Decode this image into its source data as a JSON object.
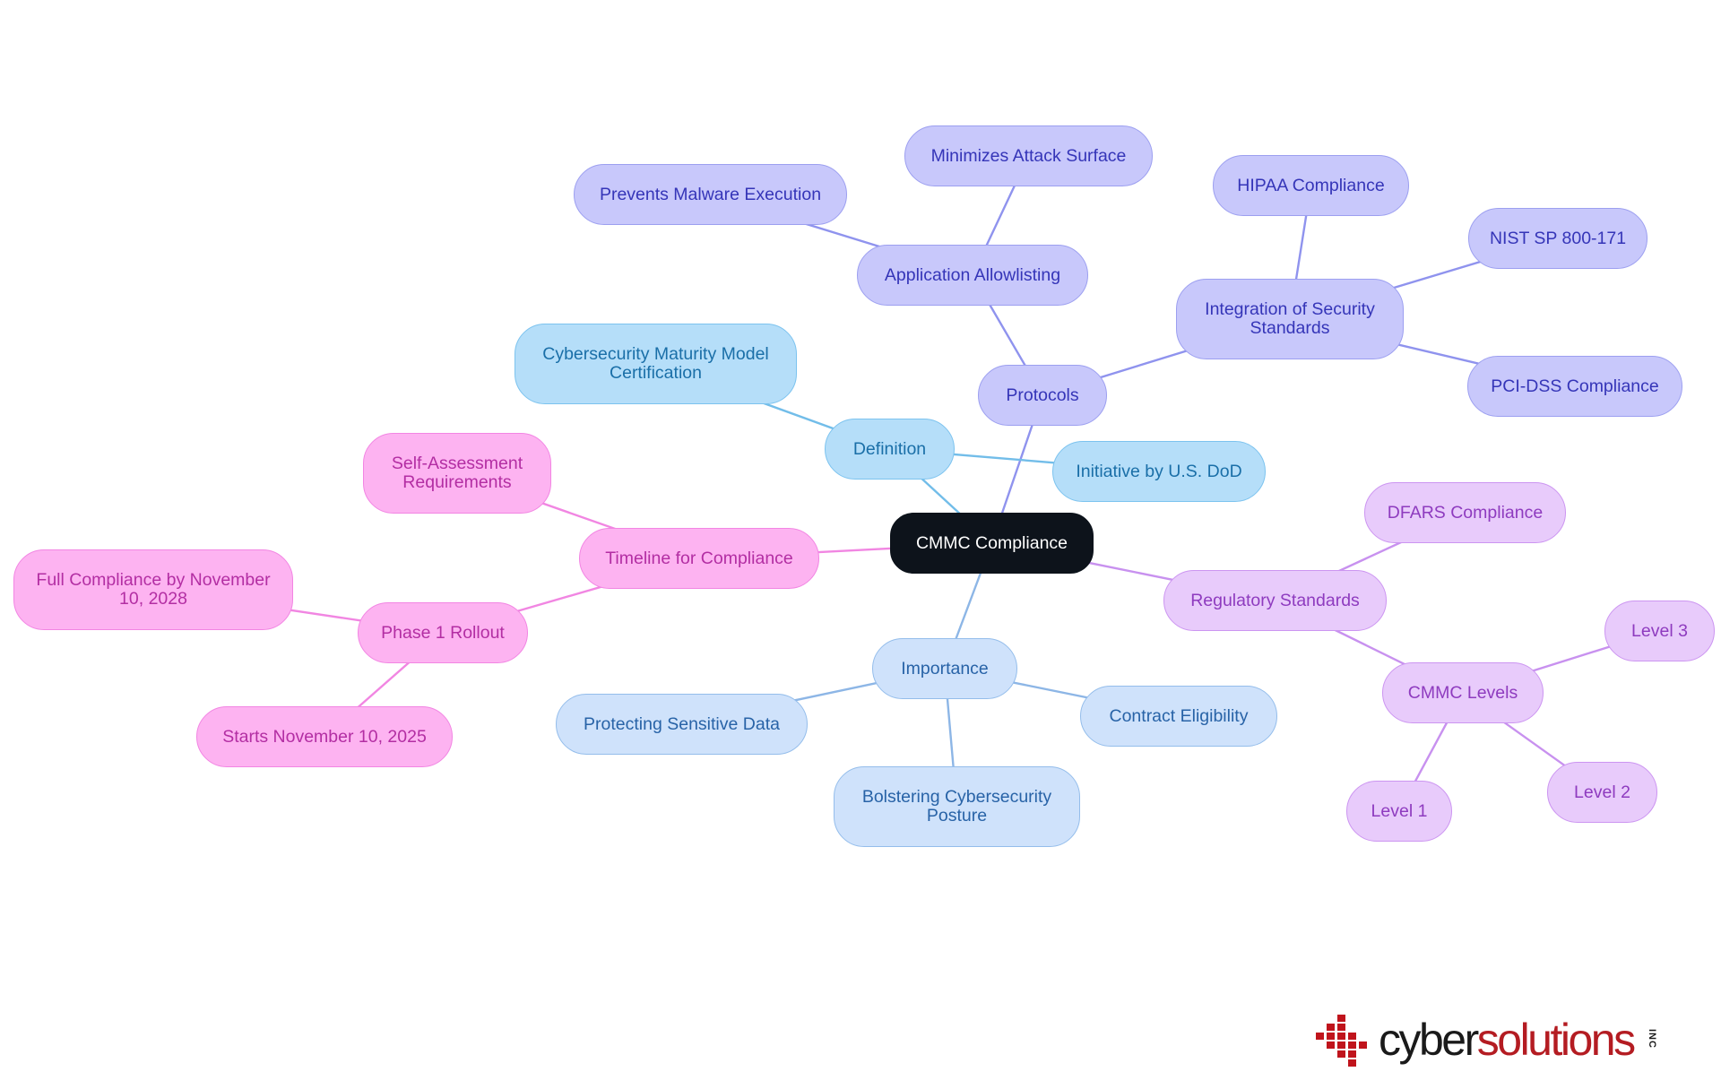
{
  "colors": {
    "root": {
      "fill": "#0d131b",
      "border": "#0d131b",
      "text": "#ffffff"
    },
    "protocols": {
      "fill": "#c8c8fb",
      "border": "#9c9ff0",
      "text": "#3535b8",
      "edge": "#8f93ee"
    },
    "definition": {
      "fill": "#b5def9",
      "border": "#7cc3ef",
      "text": "#1a6fa8",
      "edge": "#72bde9"
    },
    "importance": {
      "fill": "#cfe2fb",
      "border": "#94bdeb",
      "text": "#2863a7",
      "edge": "#8db6e6"
    },
    "timeline": {
      "fill": "#fdb3f1",
      "border": "#f285e3",
      "text": "#b32ea3",
      "edge": "#f186e2"
    },
    "regulatory": {
      "fill": "#e8cbfb",
      "border": "#cc95f1",
      "text": "#8e3bbf",
      "edge": "#c891ef"
    }
  },
  "root": {
    "label": "CMMC Compliance"
  },
  "branches": [
    {
      "id": "protocols",
      "label": "Protocols",
      "children": [
        {
          "id": "app_allow",
          "label": "Application Allowlisting",
          "children": [
            {
              "id": "malware",
              "label": "Prevents Malware Execution"
            },
            {
              "id": "attack",
              "label": "Minimizes Attack Surface"
            }
          ]
        },
        {
          "id": "integration",
          "label": "Integration of Security Standards",
          "children": [
            {
              "id": "hipaa",
              "label": "HIPAA Compliance"
            },
            {
              "id": "nist",
              "label": "NIST SP 800-171"
            },
            {
              "id": "pci",
              "label": "PCI-DSS Compliance"
            }
          ]
        }
      ]
    },
    {
      "id": "definition",
      "label": "Definition",
      "children": [
        {
          "id": "cmmc_full",
          "label": "Cybersecurity Maturity Model Certification"
        },
        {
          "id": "dod",
          "label": "Initiative by U.S. DoD"
        }
      ]
    },
    {
      "id": "importance",
      "label": "Importance",
      "children": [
        {
          "id": "sensitive",
          "label": "Protecting Sensitive Data"
        },
        {
          "id": "contract",
          "label": "Contract Eligibility"
        },
        {
          "id": "posture",
          "label": "Bolstering Cybersecurity Posture"
        }
      ]
    },
    {
      "id": "timeline",
      "label": "Timeline for Compliance",
      "children": [
        {
          "id": "self",
          "label": "Self-Assessment Requirements"
        },
        {
          "id": "phase1",
          "label": "Phase 1 Rollout",
          "children": [
            {
              "id": "full",
              "label": "Full Compliance by November 10, 2028"
            },
            {
              "id": "starts",
              "label": "Starts November 10, 2025"
            }
          ]
        }
      ]
    },
    {
      "id": "regulatory",
      "label": "Regulatory Standards",
      "children": [
        {
          "id": "dfars",
          "label": "DFARS Compliance"
        },
        {
          "id": "levels",
          "label": "CMMC Levels",
          "children": [
            {
              "id": "l3",
              "label": "Level 3"
            },
            {
              "id": "l2",
              "label": "Level 2"
            },
            {
              "id": "l1",
              "label": "Level 1"
            }
          ]
        }
      ]
    }
  ],
  "logo": {
    "part1": "cyber",
    "part2": "solutions",
    "suffix": "INC"
  }
}
